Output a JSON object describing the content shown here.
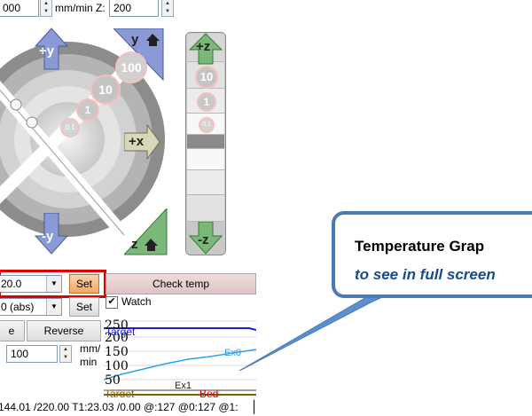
{
  "toolbar": {
    "xy_feed_value": "000",
    "xy_feed_unit": "mm/min Z:",
    "z_feed_value": "200"
  },
  "jog": {
    "plus_y": "+y",
    "minus_y": "-y",
    "plus_x": "+x",
    "y_home": "y",
    "z_home": "z",
    "steps": [
      "100",
      "10",
      "1",
      "0.1"
    ],
    "plus_z": "+z",
    "minus_z": "-z",
    "z_steps": [
      "10",
      "1",
      "0.1"
    ]
  },
  "temp": {
    "hotend_value": "20.0",
    "set_label": "Set",
    "bed_value": "0 (abs)",
    "bed_set_label": "Set",
    "check_temp_label": "Check temp",
    "watch_label": "Watch"
  },
  "extrude": {
    "left_label": "e",
    "reverse_label": "Reverse",
    "amount_value": "100",
    "unit_line1": "mm/",
    "unit_line2": "min"
  },
  "graph": {
    "y_ticks": [
      "250",
      "200",
      "150",
      "100",
      "50"
    ],
    "labels": {
      "target_top": "Target",
      "ex0": "Ex0",
      "ex1": "Ex1",
      "target_bottom": "Target",
      "bed": "Bed"
    },
    "colors": {
      "target": "#2020c8",
      "ex0": "#30a0e8",
      "bed": "#c80000",
      "target_bottom": "#806000"
    }
  },
  "status": {
    "text": "144.01 /220.00 T1:23.03 /0.00 @:127 @0:127 @1:"
  },
  "callout": {
    "line1": "Temperature Grap",
    "line2": "to see in full screen"
  },
  "colors": {
    "highlight_red": "#e00000",
    "callout_border": "#4a7ab8",
    "jog_blue": "#8a9ad6",
    "jog_green": "#7ab87a"
  }
}
